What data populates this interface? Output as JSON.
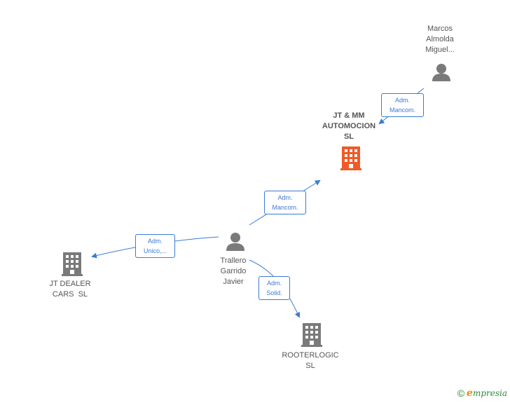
{
  "colors": {
    "edge": "#3a7bd5",
    "person_icon": "#7a7a7a",
    "company_icon": "#7a7a7a",
    "main_company_icon": "#f05a28",
    "label_text": "#555555"
  },
  "nodes": {
    "marcos": {
      "lines": [
        "Marcos",
        "Almolda",
        "Miguel..."
      ],
      "icon": "person-icon"
    },
    "jt_mm": {
      "lines": [
        "JT & MM",
        "AUTOMOCION",
        "SL"
      ],
      "icon": "building-icon"
    },
    "trallero": {
      "lines": [
        "Trallero",
        "Garrido",
        "Javier"
      ],
      "icon": "person-icon"
    },
    "jt_dealer": {
      "lines": [
        "JT DEALER",
        "CARS  SL"
      ],
      "icon": "building-icon"
    },
    "rooterlogic": {
      "lines": [
        "ROOTERLOGIC",
        "SL"
      ],
      "icon": "building-icon"
    }
  },
  "edges": {
    "marcos_to_jtmm": {
      "lines": [
        "Adm.",
        "Mancom."
      ]
    },
    "trallero_to_jtmm": {
      "lines": [
        "Adm.",
        "Mancom."
      ]
    },
    "trallero_to_dealer": {
      "lines": [
        "Adm.",
        "Unico,..."
      ]
    },
    "trallero_to_rooter": {
      "lines": [
        "Adm.",
        "Solid."
      ]
    }
  },
  "brand": {
    "copyright": "©",
    "initial": "e",
    "rest": "mpresia"
  }
}
